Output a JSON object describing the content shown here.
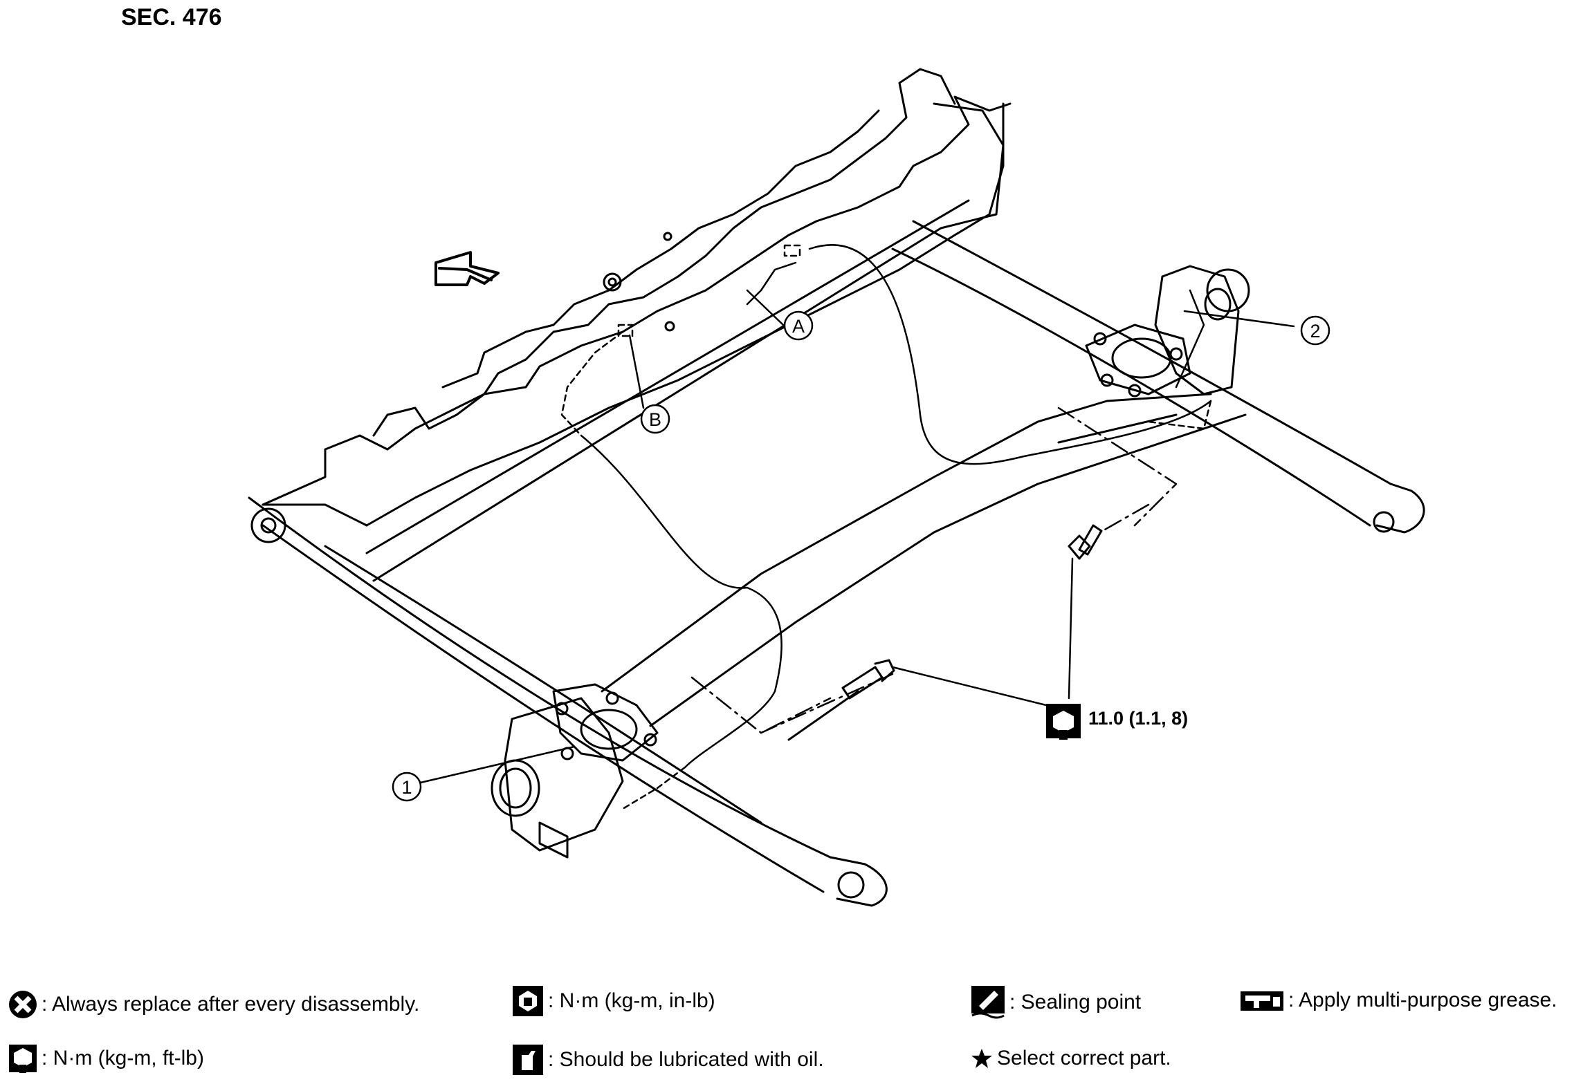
{
  "section": "SEC. 476",
  "callouts": {
    "one": "1",
    "two": "2",
    "a": "A",
    "b": "B"
  },
  "torque": "11.0 (1.1, 8)",
  "legend": {
    "replace": ": Always replace after every disassembly.",
    "nm_in_lb": ": N·m (kg-m, in-lb)",
    "sealing": ": Sealing point",
    "grease": ": Apply multi-purpose grease.",
    "nm_ft_lb": ": N·m (kg-m, ft-lb)",
    "oil": ": Should be lubricated with oil.",
    "select": "Select correct part."
  },
  "icons": [
    "replace-icon",
    "torque-in-lb-icon",
    "sealing-icon",
    "grease-icon",
    "torque-ft-lb-icon",
    "oil-icon",
    "star-icon",
    "front-arrow-icon"
  ]
}
